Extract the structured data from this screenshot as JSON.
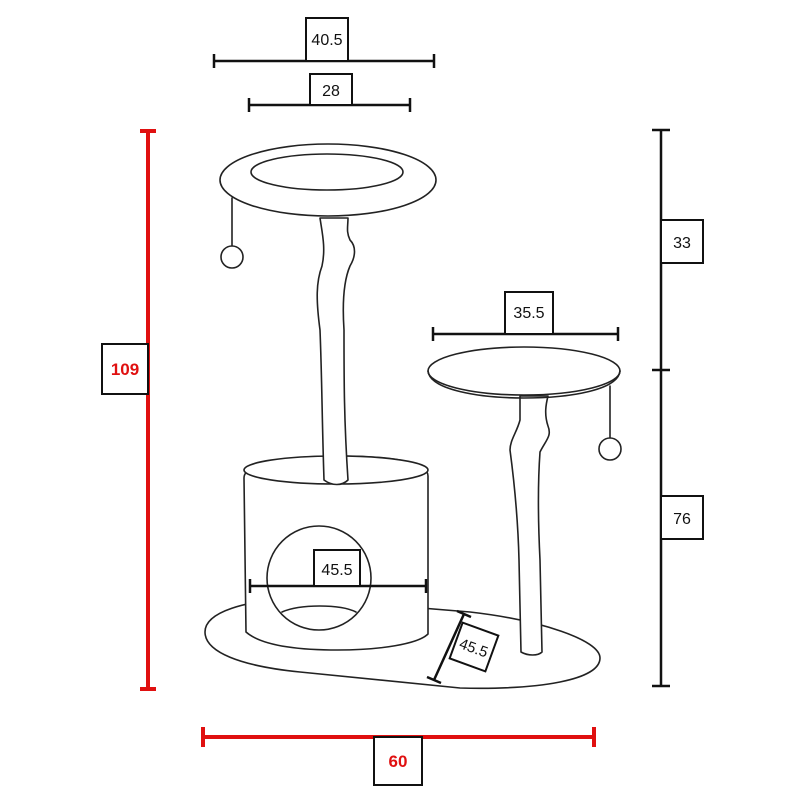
{
  "colors": {
    "outline": "#222222",
    "dimension_black": "#111111",
    "dimension_red": "#e01010",
    "fill": "#ffffff"
  },
  "dimensions": {
    "top_platform_outer": "40.5",
    "top_platform_inner": "28",
    "side_platform": "35.5",
    "house_width": "45.5",
    "base_depth": "45.5",
    "total_height": "109",
    "upper_height": "33",
    "lower_height": "76",
    "total_width": "60"
  }
}
